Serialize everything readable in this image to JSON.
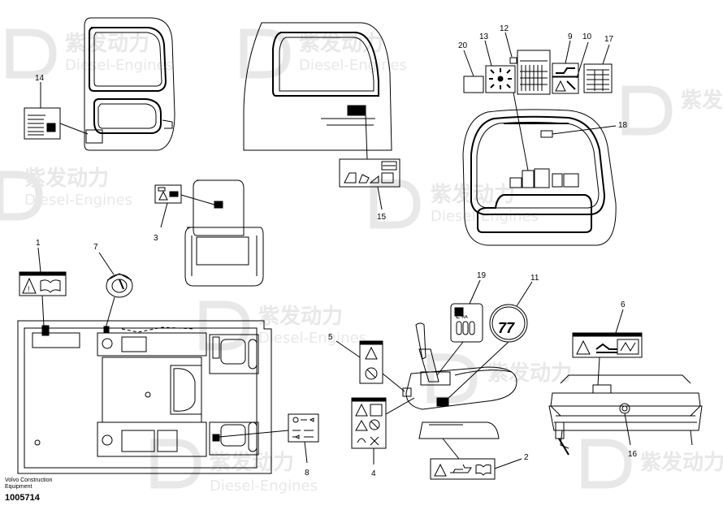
{
  "footer": {
    "line1": "Volvo Construction",
    "line2": "Equipment",
    "part_number": "1005714"
  },
  "watermark": {
    "chinese": "紫发动力",
    "english": "Diesel-Engines",
    "color": "#e8e8e8"
  },
  "callouts": {
    "c1": "1",
    "c2": "2",
    "c3": "3",
    "c4": "4",
    "c5": "5",
    "c6": "6",
    "c7": "7",
    "c8": "8",
    "c9": "9",
    "c10": "10",
    "c11": "11",
    "c12": "12",
    "c13": "13",
    "c14": "14",
    "c15": "15",
    "c16": "16",
    "c17": "17",
    "c18": "18",
    "c19": "19",
    "c20": "20"
  },
  "decal_text": {
    "lwa": "L",
    "lwa_sub": "WA",
    "noise_value": "77"
  }
}
